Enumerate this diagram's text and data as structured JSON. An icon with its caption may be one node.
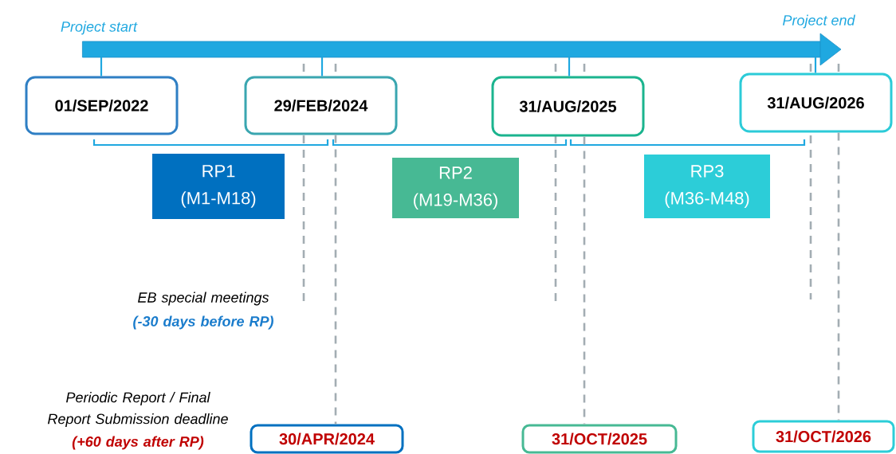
{
  "diagram": {
    "nodes": [
      {
        "text": [],
        "shape": "bar",
        "beside": [
          "Project start",
          "Project end"
        ]
      },
      {
        "text": [
          "01/SEP/2022"
        ]
      },
      {
        "text": [
          "29/FEB/2024"
        ]
      },
      {
        "text": [
          "31/AUG/2025"
        ]
      },
      {
        "text": [
          "31/AUG/2026"
        ]
      },
      {
        "text": [
          "RP1",
          "(M1-M18)"
        ]
      },
      {
        "text": [
          "RP2",
          "(M19-M36)"
        ]
      },
      {
        "text": [
          "RP3",
          "(M36-M48)"
        ]
      },
      {
        "text": [
          "30/APR/2024"
        ]
      },
      {
        "text": [
          "31/OCT/2025"
        ]
      },
      {
        "text": [
          "31/OCT/2026"
        ]
      }
    ],
    "edges": [
      {
        "from": 0,
        "to": 1,
        "arrow": "none",
        "color": "#1fa8e0"
      },
      {
        "from": 0,
        "to": 2,
        "arrow": "none",
        "color": "#1fa8e0"
      },
      {
        "from": 0,
        "to": 3,
        "arrow": "none",
        "color": "#1fa8e0"
      },
      {
        "from": 0,
        "to": 4,
        "arrow": "none",
        "color": "#1fa8e0"
      },
      {
        "from": 0,
        "to": null,
        "arrow": "none",
        "style": "dashed",
        "color": "#a3adb3"
      },
      {
        "from": 0,
        "to": null,
        "arrow": "none",
        "style": "dashed",
        "color": "#a3adb3"
      },
      {
        "from": 0,
        "to": null,
        "arrow": "none",
        "style": "dashed",
        "color": "#a3adb3"
      },
      {
        "from": 2,
        "to": 8,
        "arrow": "none",
        "style": "dashed",
        "color": "#a3adb3"
      },
      {
        "from": 3,
        "to": 9,
        "arrow": "none",
        "style": "dashed",
        "color": "#a3adb3"
      },
      {
        "from": 4,
        "to": 10,
        "arrow": "none",
        "style": "dashed",
        "color": "#a3adb3"
      },
      {
        "from": 0,
        "to": 2,
        "arrow": "none",
        "style": "dashed",
        "color": "#a3adb3"
      },
      {
        "from": 0,
        "to": 3,
        "arrow": "none",
        "style": "dashed",
        "color": "#a3adb3"
      },
      {
        "from": 0,
        "to": 4,
        "arrow": "none",
        "style": "dashed",
        "color": "#a3adb3"
      }
    ],
    "labels": [
      "EB special meetings",
      "(-30 days before RP)",
      "Periodic Report / Final Report Submission deadline",
      "(+60 days after RP)"
    ]
  }
}
